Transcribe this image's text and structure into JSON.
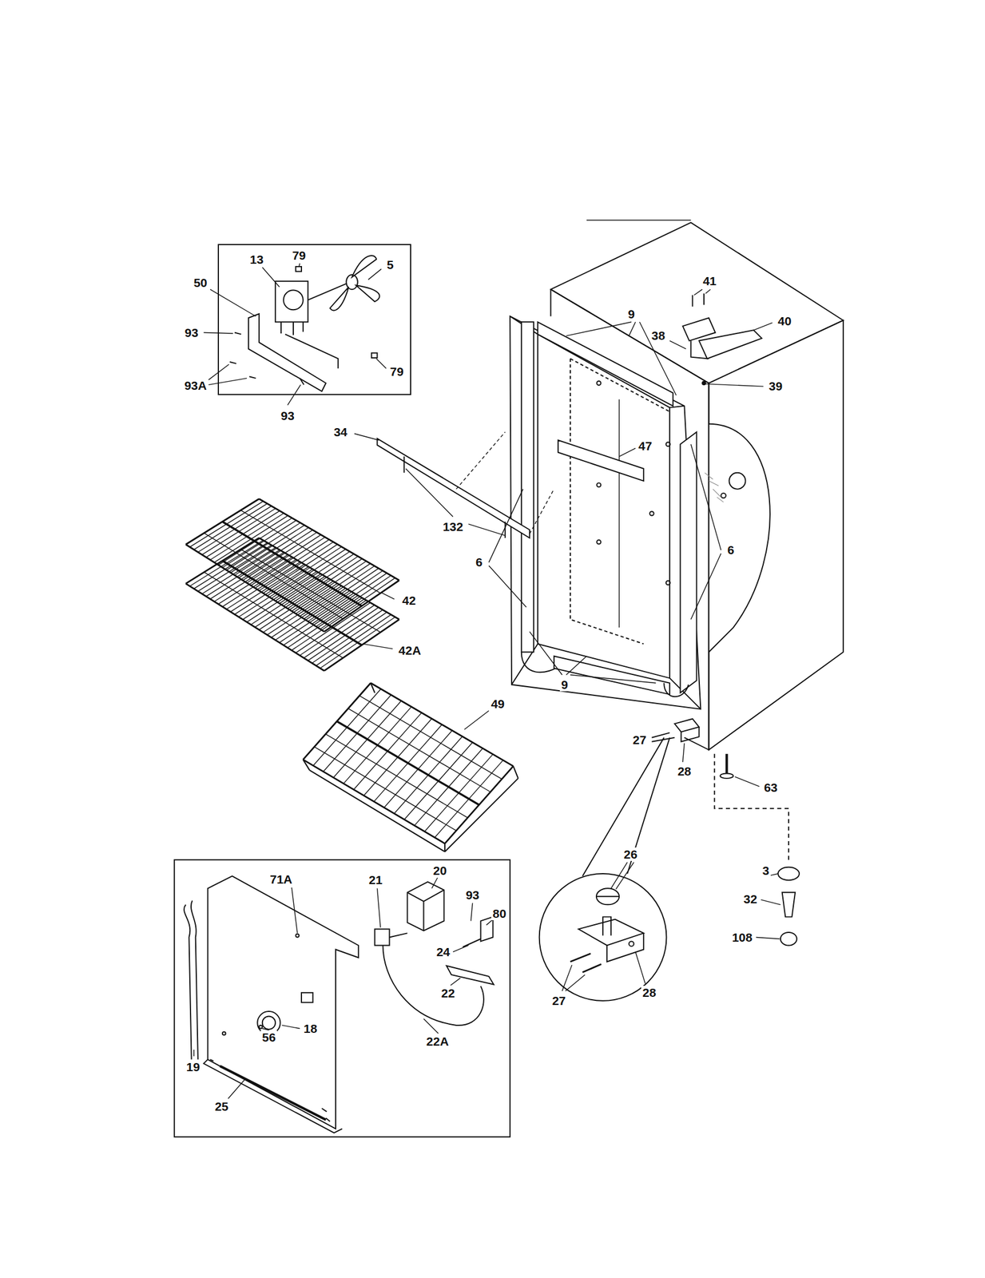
{
  "diagram": {
    "labels": [
      "13",
      "79",
      "5",
      "50",
      "93",
      "79",
      "93A",
      "93",
      "41",
      "9",
      "38",
      "40",
      "39",
      "34",
      "47",
      "132",
      "6",
      "6",
      "42",
      "42A",
      "9",
      "49",
      "27",
      "28",
      "63",
      "20",
      "71A",
      "21",
      "93",
      "80",
      "24",
      "22",
      "19",
      "56",
      "18",
      "22A",
      "25",
      "26",
      "27",
      "28",
      "3",
      "32",
      "108"
    ]
  }
}
